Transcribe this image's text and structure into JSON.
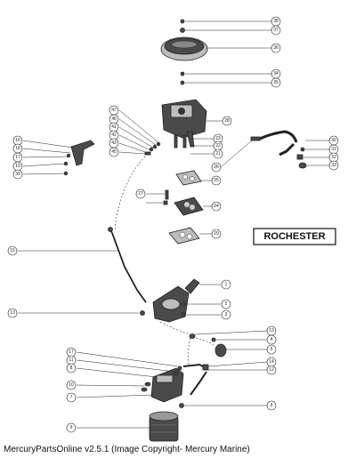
{
  "diagram": {
    "brand_label": "ROCHESTER",
    "callouts": [
      {
        "id": "c38-top",
        "num": "38"
      },
      {
        "id": "c37-top",
        "num": "37"
      },
      {
        "id": "c36",
        "num": "36"
      },
      {
        "id": "c34",
        "num": "34"
      },
      {
        "id": "c35",
        "num": "35"
      },
      {
        "id": "c28",
        "num": "28"
      },
      {
        "id": "c47",
        "num": "47"
      },
      {
        "id": "c46",
        "num": "46"
      },
      {
        "id": "c41",
        "num": "41"
      },
      {
        "id": "c42",
        "num": "42"
      },
      {
        "id": "c43",
        "num": "43"
      },
      {
        "id": "c45",
        "num": "45"
      },
      {
        "id": "c23",
        "num": "23"
      },
      {
        "id": "c22",
        "num": "22"
      },
      {
        "id": "c21",
        "num": "21"
      },
      {
        "id": "c16",
        "num": "16"
      },
      {
        "id": "c18",
        "num": "18"
      },
      {
        "id": "c17",
        "num": "17"
      },
      {
        "id": "c19",
        "num": "19"
      },
      {
        "id": "c39",
        "num": "39"
      },
      {
        "id": "c26",
        "num": "26"
      },
      {
        "id": "c30",
        "num": "30"
      },
      {
        "id": "c31",
        "num": "31"
      },
      {
        "id": "c32",
        "num": "32"
      },
      {
        "id": "c33",
        "num": "33"
      },
      {
        "id": "c25",
        "num": "25"
      },
      {
        "id": "c27",
        "num": "27"
      },
      {
        "id": "c24",
        "num": "24"
      },
      {
        "id": "c29",
        "num": "29"
      },
      {
        "id": "c15",
        "num": "15"
      },
      {
        "id": "c1",
        "num": "1"
      },
      {
        "id": "c2",
        "num": "2"
      },
      {
        "id": "c3",
        "num": "3"
      },
      {
        "id": "c13a",
        "num": "13"
      },
      {
        "id": "c13b",
        "num": "13"
      },
      {
        "id": "c4",
        "num": "4"
      },
      {
        "id": "c5",
        "num": "5"
      },
      {
        "id": "c17b",
        "num": "17"
      },
      {
        "id": "c11",
        "num": "11"
      },
      {
        "id": "c8",
        "num": "8"
      },
      {
        "id": "c14",
        "num": "14"
      },
      {
        "id": "c12",
        "num": "12"
      },
      {
        "id": "c10",
        "num": "10"
      },
      {
        "id": "c7",
        "num": "7"
      },
      {
        "id": "c9b",
        "num": "9"
      },
      {
        "id": "c9",
        "num": "9"
      }
    ]
  },
  "footer": {
    "caption": "MercuryPartsOnline v2.5.1 (Image Copyright- Mercury Marine)"
  }
}
